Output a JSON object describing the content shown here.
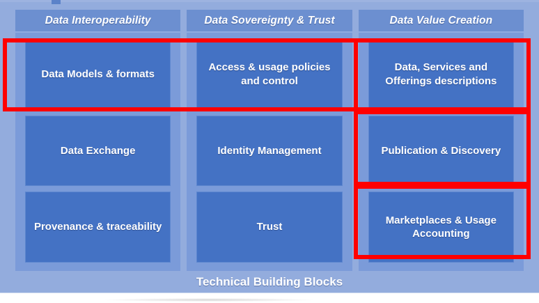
{
  "diagram": {
    "footer_label": "Technical Building Blocks",
    "columns": [
      {
        "header": "Data Interoperability",
        "blocks": [
          "Data Models & formats",
          "Data Exchange",
          "Provenance & traceability"
        ]
      },
      {
        "header": "Data Sovereignty & Trust",
        "blocks": [
          "Access & usage policies and control",
          "Identity Management",
          "Trust"
        ]
      },
      {
        "header": "Data Value Creation",
        "blocks": [
          "Data, Services and Offerings descriptions",
          "Publication & Discovery",
          "Marketplaces & Usage Accounting"
        ]
      }
    ],
    "highlights": [
      {
        "name": "top-row-highlight",
        "covers": "Data Models & formats / Access & usage policies and control / Data, Services and Offerings descriptions"
      },
      {
        "name": "value-creation-row1-highlight",
        "covers": "Data, Services and Offerings descriptions"
      },
      {
        "name": "value-creation-row2-highlight",
        "covers": "Publication & Discovery"
      },
      {
        "name": "value-creation-row3-highlight",
        "covers": "Marketplaces & Usage Accounting"
      }
    ]
  },
  "colors": {
    "page_background": "#93acdd",
    "column_background": "#7b9bd9",
    "column_header": "#6c8fd0",
    "block_fill": "#4472c4",
    "block_text": "#ffffff",
    "highlight_stroke": "#ff0000"
  }
}
